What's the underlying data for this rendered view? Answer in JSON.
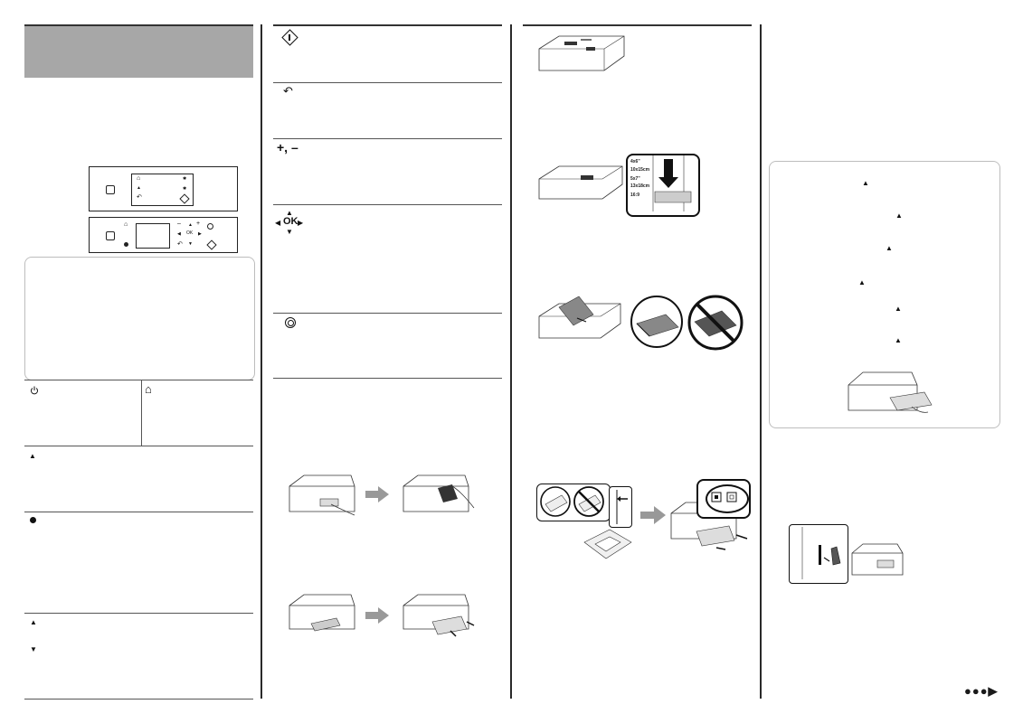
{
  "control_panel_glyphs": {
    "home": "⌂",
    "eject": "▲",
    "back": "↶",
    "minus": "–",
    "plus": "+",
    "up": "▲",
    "down": "▼",
    "left": "◀",
    "right": "▶",
    "ok": "OK",
    "star": "✱"
  },
  "buttons_col2": {
    "plus_minus": "+, –",
    "ok_label": "OK"
  },
  "paper_size_labels": [
    "4x6\"",
    "10x15cm",
    "5x7\"",
    "13x18cm",
    "16:9"
  ],
  "continue_label": "●●●▶",
  "icons": {
    "power": "power-icon",
    "home": "home-icon",
    "eject": "eject-icon",
    "photo": "photo-mode-icon",
    "up": "up-arrow-icon",
    "down": "down-arrow-icon",
    "start": "start-icon",
    "back": "back-icon",
    "stop": "stop-icon"
  }
}
